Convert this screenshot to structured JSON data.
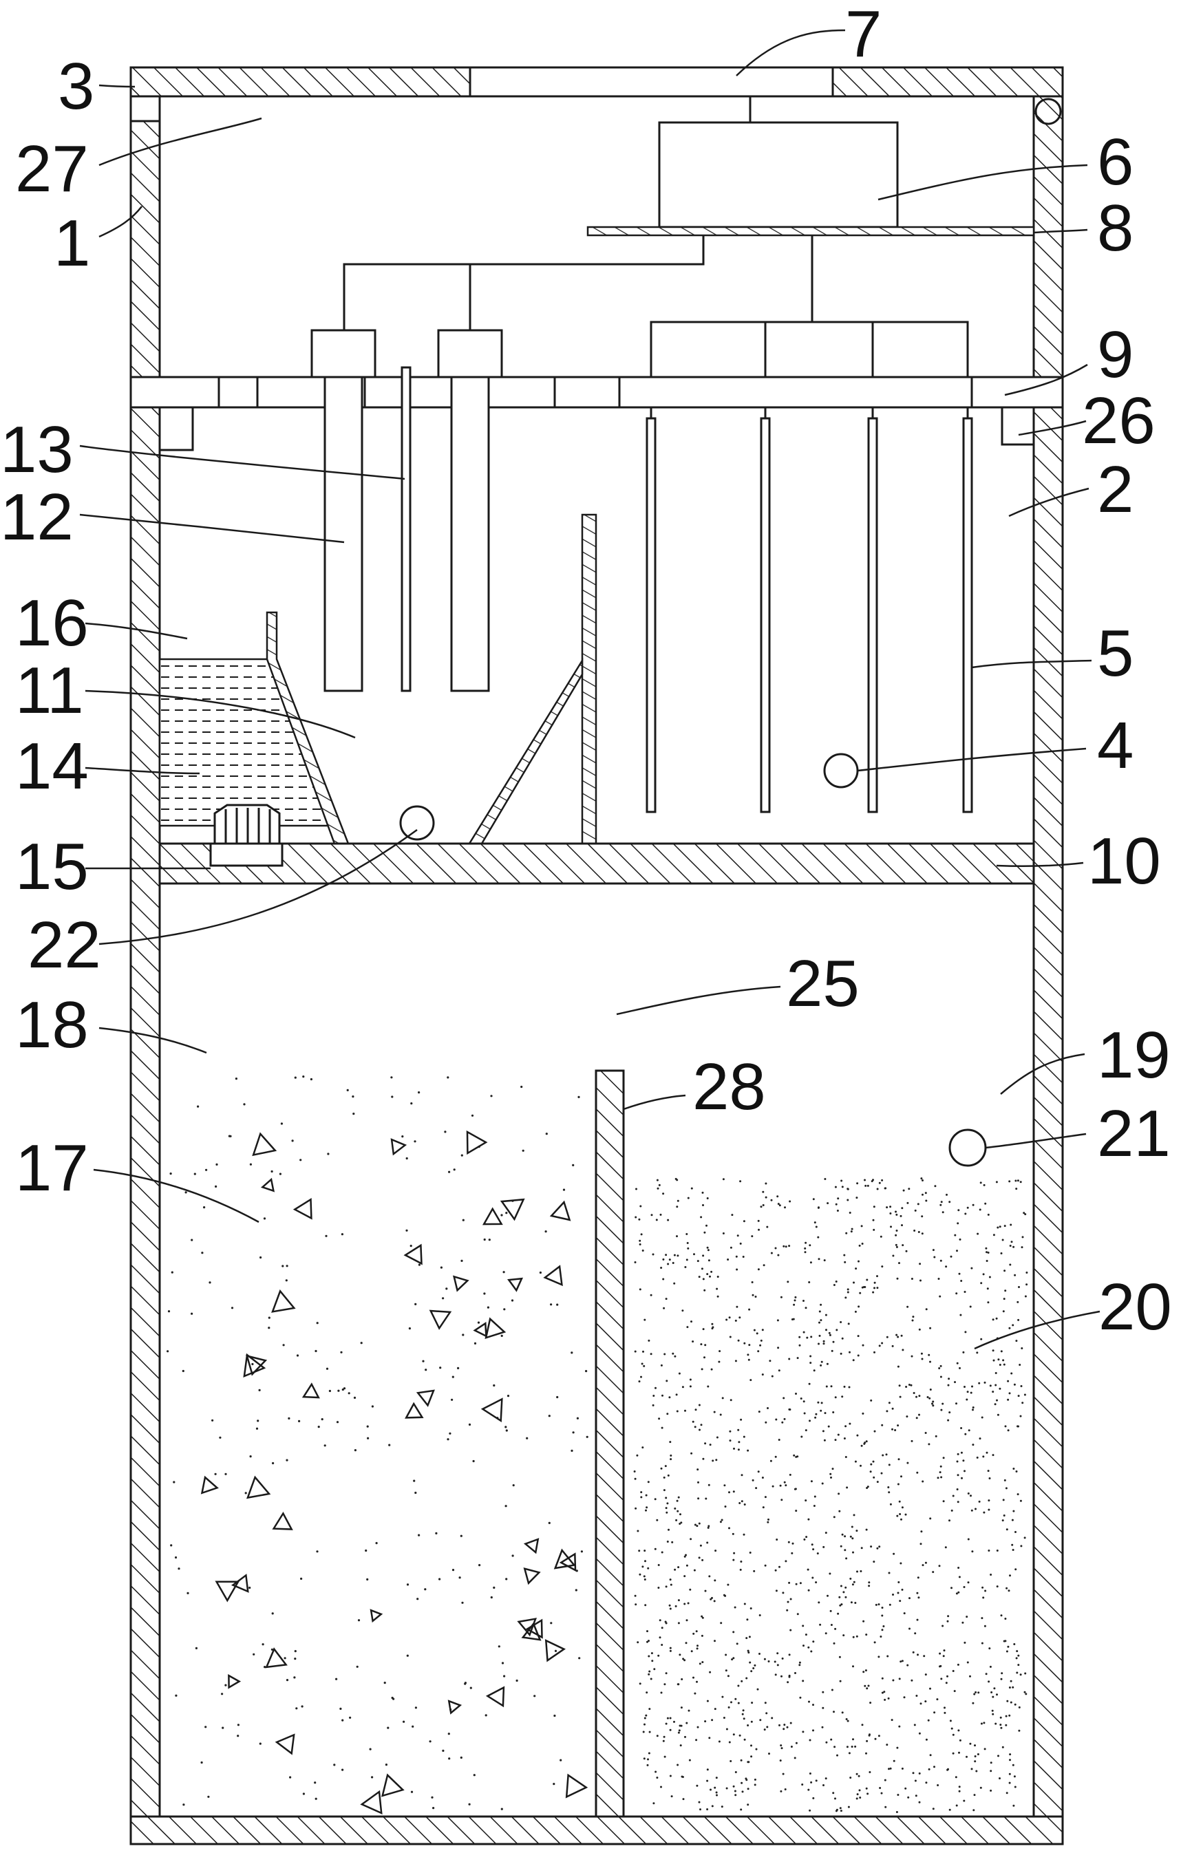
{
  "labels": {
    "l1": "1",
    "l2": "2",
    "l3": "3",
    "l4": "4",
    "l5": "5",
    "l6": "6",
    "l7": "7",
    "l8": "8",
    "l9": "9",
    "l10": "10",
    "l11": "11",
    "l12": "12",
    "l13": "13",
    "l14": "14",
    "l15": "15",
    "l16": "16",
    "l17": "17",
    "l18": "18",
    "l19": "19",
    "l20": "20",
    "l21": "21",
    "l22": "22",
    "l25": "25",
    "l26": "26",
    "l27": "27",
    "l28": "28"
  }
}
